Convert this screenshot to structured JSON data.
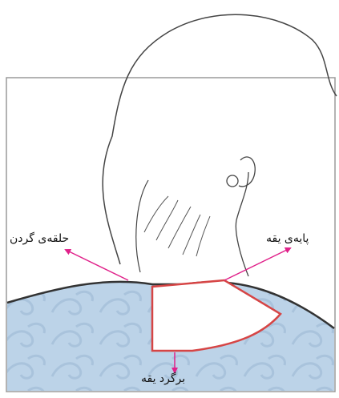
{
  "labels": {
    "neckline": "حلقه‌ی گردن",
    "collar_stand": "پایه‌ی یقه",
    "collar_fall": "برگرد یقه"
  },
  "colors": {
    "arrow": "#e0218a",
    "collar_outline": "#d64545",
    "fabric": "#bcd3e8",
    "frame": "#9a9a9a",
    "skin_line": "#444444"
  }
}
